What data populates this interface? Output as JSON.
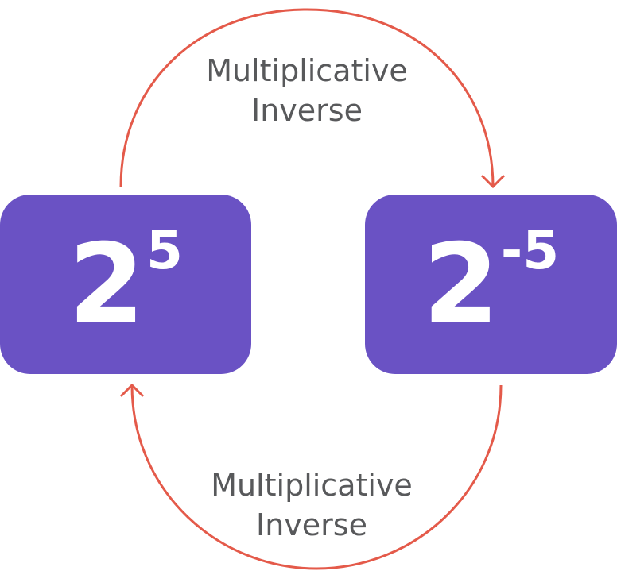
{
  "colors": {
    "box_fill": "#6a52c4",
    "arrow": "#e45a4a",
    "label_text": "#58595b",
    "box_text": "#ffffff"
  },
  "nodes": {
    "left": {
      "base": "2",
      "exponent": "5"
    },
    "right": {
      "base": "2",
      "exponent": "-5"
    }
  },
  "labels": {
    "top": {
      "line1": "Multiplicative",
      "line2": "Inverse"
    },
    "bottom": {
      "line1": "Multiplicative",
      "line2": "Inverse"
    }
  },
  "arrows": {
    "top": {
      "from": "left",
      "to": "right",
      "icon": "arrowhead-icon"
    },
    "bottom": {
      "from": "right",
      "to": "left",
      "icon": "arrowhead-icon"
    }
  }
}
